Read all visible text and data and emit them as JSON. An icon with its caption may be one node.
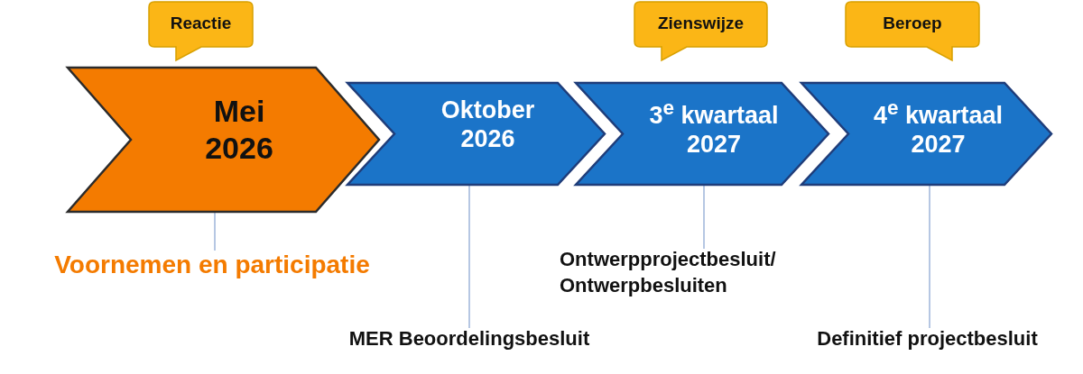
{
  "diagram": {
    "nodes": [
      {
        "text": [
          "Mei 2026"
        ]
      },
      {
        "text": [
          "Oktober 2026"
        ]
      },
      {
        "text": [
          "3$^{e}$ kwartaal 2027"
        ]
      },
      {
        "text": [
          "4$^{e}$ kwartaal 2027"
        ]
      },
      {
        "text": [
          "Reactie"
        ]
      },
      {
        "text": [
          "Zienswijze"
        ]
      },
      {
        "text": [
          "Beroep"
        ]
      },
      {
        "text": [
          "Voornemen en participatie"
        ]
      },
      {
        "text": [
          "MER Beoordelingsbesluit"
        ]
      },
      {
        "text": [
          "Ontwerpprojectbesluit/ Ontwerpbesluiten"
        ]
      },
      {
        "text": [
          "Definitief projectbesluit"
        ]
      }
    ],
    "edges": [
      {
        "from": 0,
        "to": 7,
        "arrow": "none"
      },
      {
        "from": 1,
        "to": 8,
        "arrow": "none"
      },
      {
        "from": 2,
        "to": 9,
        "arrow": "none"
      },
      {
        "from": 3,
        "to": 10,
        "arrow": "none"
      }
    ]
  }
}
